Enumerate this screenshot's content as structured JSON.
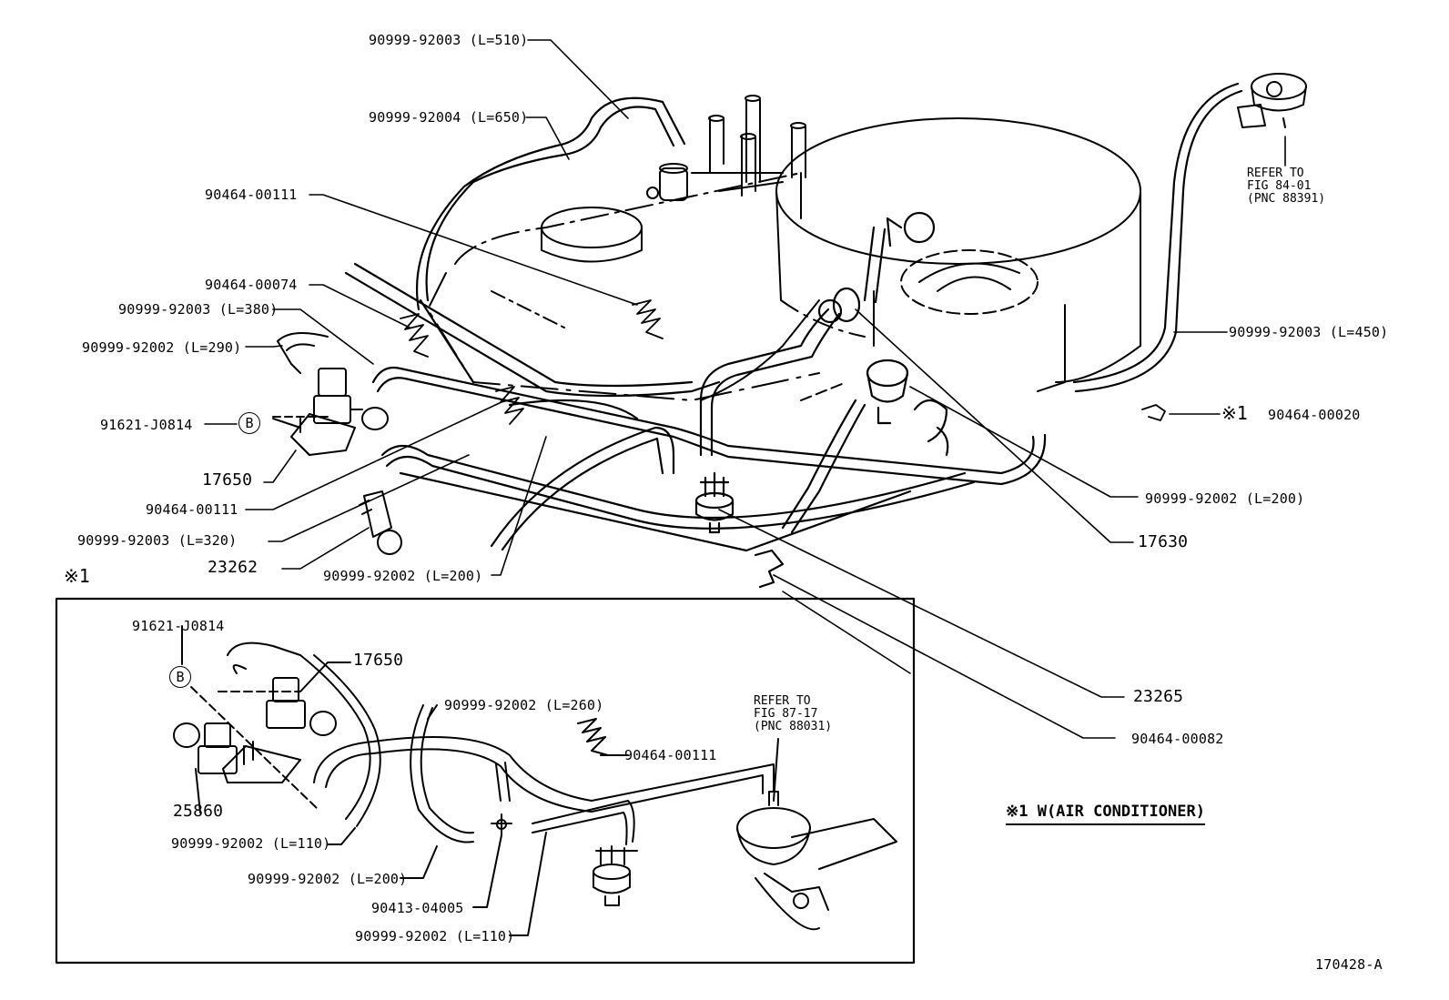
{
  "diagram_id": "170428-A",
  "footnote": {
    "mark": "※1",
    "text": "※1 W(AIR CONDITIONER)"
  },
  "references": {
    "fig_84_01": "REFER TO\nFIG 84-01\n(PNC 88391)",
    "fig_87_17": "REFER TO\nFIG 87-17\n(PNC 88031)"
  },
  "circle_letter": "B",
  "main_labels": {
    "hose_510": "90999-92003 (L=510)",
    "hose_650": "90999-92004 (L=650)",
    "clamp_00111_top": "90464-00111",
    "clamp_00074": "90464-00074",
    "hose_380": "90999-92003 (L=380)",
    "hose_290": "90999-92002 (L=290)",
    "bracket_j0814": "91621-J0814",
    "vsv_17650": "17650",
    "clamp_00111_mid": "90464-00111",
    "hose_320": "90999-92003 (L=320)",
    "part_23262": "23262",
    "hose_200_center": "90999-92002 (L=200)",
    "hose_450": "90999-92003 (L=450)",
    "clamp_00020_mark": "※1",
    "clamp_00020": "90464-00020",
    "hose_200_right": "90999-92002 (L=200)",
    "part_17630": "17630",
    "part_23265": "23265",
    "clamp_00082": "90464-00082"
  },
  "inset_labels": {
    "bracket_j0814": "91621-J0814",
    "vsv_17650": "17650",
    "hose_260": "90999-92002 (L=260)",
    "clamp_00111": "90464-00111",
    "vsv_25860": "25860",
    "hose_110_a": "90999-92002 (L=110)",
    "hose_200": "90999-92002 (L=200)",
    "tee_04005": "90413-04005",
    "hose_110_b": "90999-92002 (L=110)"
  }
}
